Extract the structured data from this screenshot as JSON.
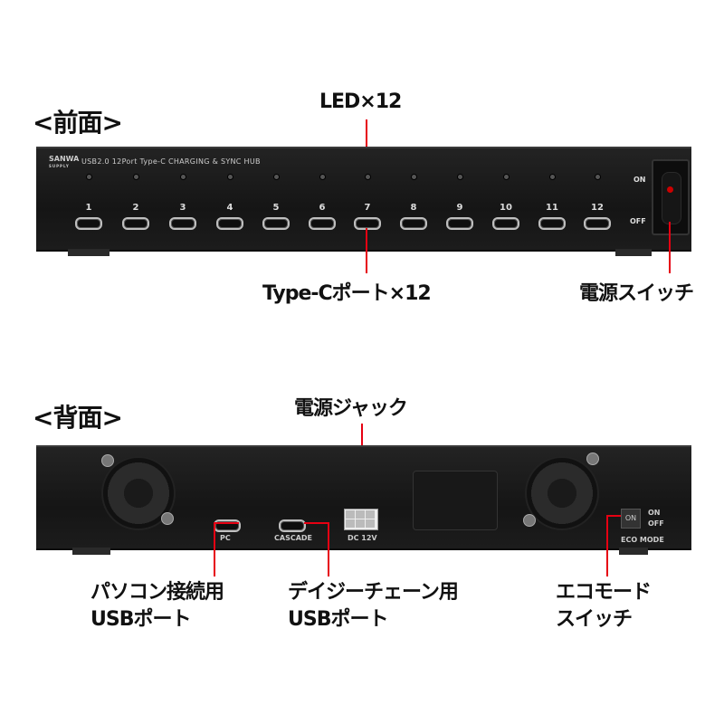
{
  "front": {
    "heading": "<前面>",
    "panel_title": "USB2.0 12Port Type-C CHARGING & SYNC HUB",
    "brand": "SANWA",
    "brand_sub": "SUPPLY",
    "port_numbers": [
      "1",
      "2",
      "3",
      "4",
      "5",
      "6",
      "7",
      "8",
      "9",
      "10",
      "11",
      "12"
    ],
    "switch_on_label": "ON",
    "switch_off_label": "OFF",
    "callouts": {
      "led": "LED×12",
      "ports": "Type-Cポート×12",
      "power_switch": "電源スイッチ"
    }
  },
  "back": {
    "heading": "<背面>",
    "pc_port_label": "PC",
    "cascade_port_label": "CASCADE",
    "dc_label": "DC 12V",
    "eco_button": "ON",
    "eco_on": "ON",
    "eco_off": "OFF",
    "eco_mode_label": "ECO MODE",
    "callouts": {
      "power_jack": "電源ジャック",
      "pc_port_line1": "パソコン接続用",
      "pc_port_line2": "USBポート",
      "cascade_line1": "デイジーチェーン用",
      "cascade_line2": "USBポート",
      "eco_line1": "エコモード",
      "eco_line2": "スイッチ"
    }
  },
  "colors": {
    "accent_line": "#e60012",
    "panel": "#1a1a1a"
  }
}
